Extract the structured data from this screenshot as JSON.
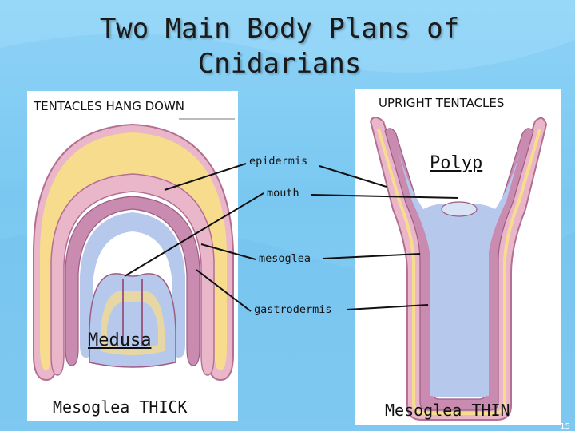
{
  "title": "Two Main Body Plans of Cnidarians",
  "left_panel": {
    "header": "TENTACLES HANG DOWN",
    "form_label": "Medusa",
    "caption": "Mesoglea THICK"
  },
  "right_panel": {
    "header": "UPRIGHT TENTACLES",
    "form_label": "Polyp",
    "caption": "Mesoglea THIN"
  },
  "labels": {
    "epidermis": "epidermis",
    "mouth": "mouth",
    "mesoglea": "mesoglea",
    "gastrodermis": "gastrodermis"
  },
  "page_number": "15",
  "colors": {
    "background": "#86cdf3",
    "epidermis": "#e9b7c9",
    "mesoglea": "#f7dc8e",
    "gastrodermis_cells": "#c98bb0",
    "gastrovascular_cavity": "#b6c8ec"
  }
}
